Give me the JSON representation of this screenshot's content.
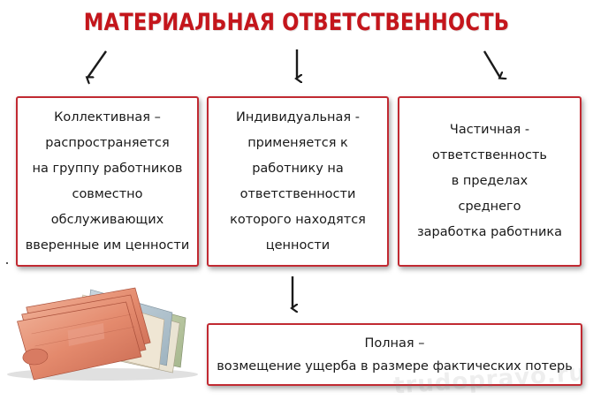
{
  "title": "МАТЕРИАЛЬНАЯ ОТВЕТСТВЕННОСТЬ",
  "colors": {
    "title": "#c4161c",
    "border": "#c12a32",
    "arrow": "#1a1a1a"
  },
  "boxes": [
    {
      "text": "Коллективная –\nраспространяется\nна группу работников\nсовместно\nобслуживающих\nвверенные им ценности"
    },
    {
      "text": "Индивидуальная -\nприменяется к\nработнику на\nответственности\nкоторого находятся\nценности"
    },
    {
      "text": "Частичная -\nответственность\nв пределах\nсреднего\nзаработка работника"
    },
    {
      "text": "Полная –\nвозмещение ущерба в размере фактических потерь"
    }
  ],
  "watermark": "trudopravo.ru",
  "icons": [
    "arrow-down-icon",
    "banknotes-illustration"
  ]
}
